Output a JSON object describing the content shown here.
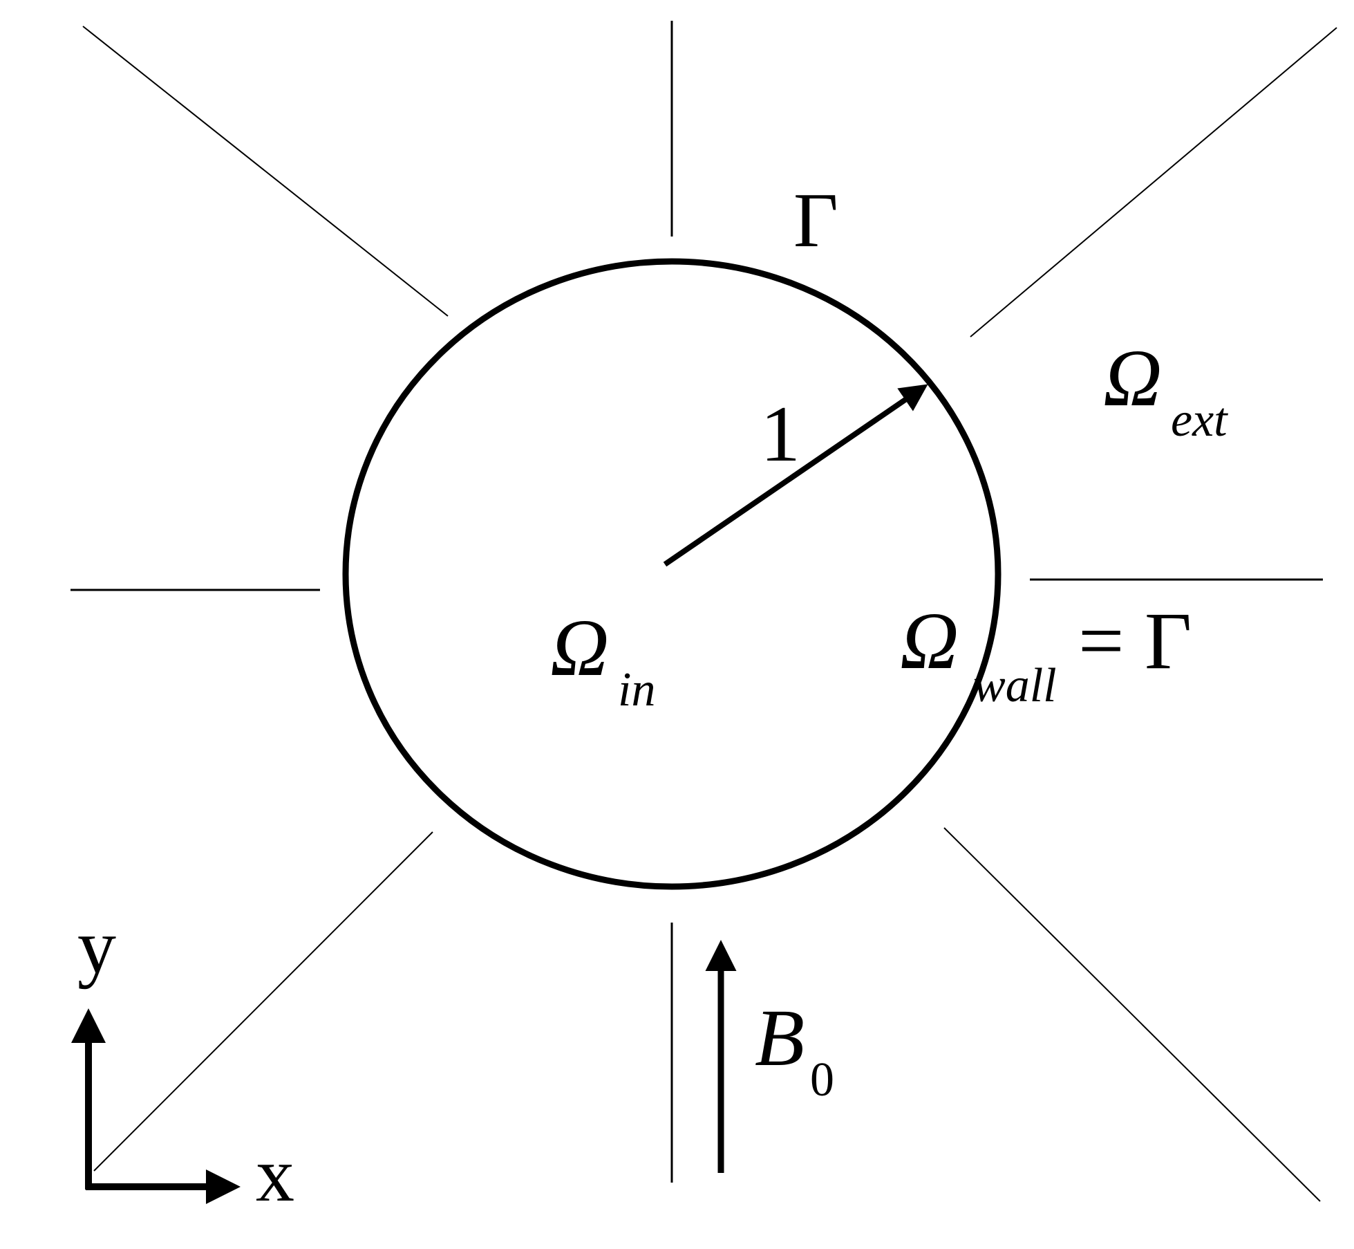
{
  "colors": {
    "stroke": "#000000",
    "background": "#ffffff"
  },
  "labels": {
    "gamma_top": "Γ",
    "radius": "1",
    "omega": "Ω",
    "ext_sub": "ext",
    "in_sub": "in",
    "wall_sub": "wall",
    "wall_equals": "= Γ",
    "field_symbol": "B",
    "field_sub": "0",
    "axis_y": "y",
    "axis_x": "x"
  }
}
